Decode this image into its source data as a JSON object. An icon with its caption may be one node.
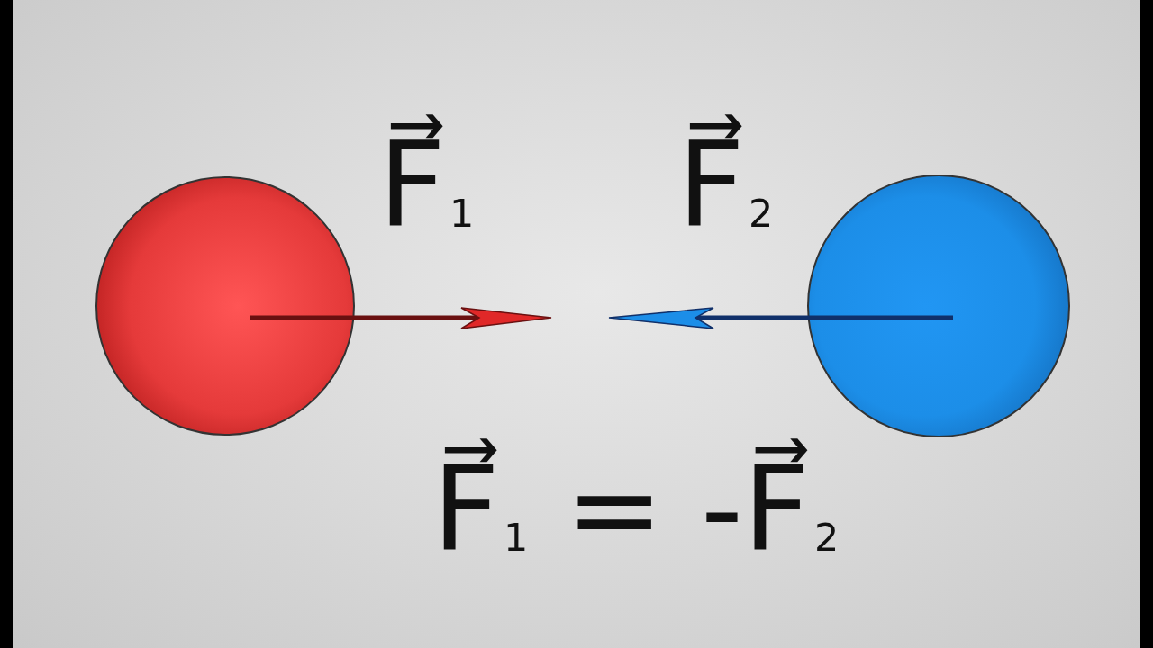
{
  "diagram": {
    "labels": [
      "F⃗$_{1}$",
      "F⃗$_{2}$",
      "F⃗$_{1}$ = -F⃗$_{2}$"
    ]
  }
}
